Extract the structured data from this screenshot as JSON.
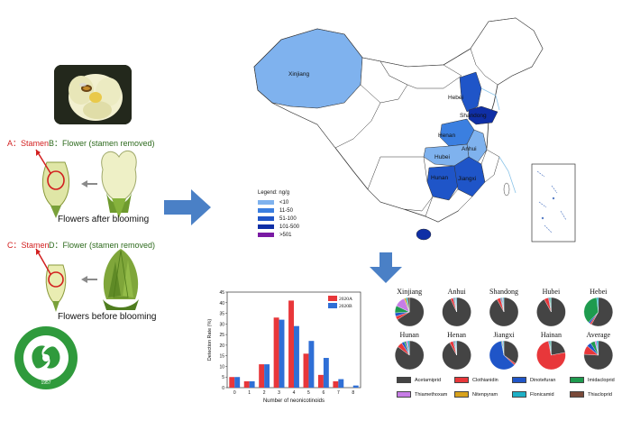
{
  "left_panel": {
    "label_a": "A：Stamen",
    "label_b": "B：Flower (stamen removed)",
    "caption_after": "Flowers after blooming",
    "label_c": "C：Stamen",
    "label_d": "D：Flower (stamen removed)",
    "caption_before": "Flowers before blooming"
  },
  "map": {
    "legend_title": "Legend: ng/g",
    "legend_items": [
      {
        "label": "<10",
        "color": "#7fb2ee"
      },
      {
        "label": "11-50",
        "color": "#3b7fe0"
      },
      {
        "label": "51-100",
        "color": "#1f55c8"
      },
      {
        "label": "101-500",
        "color": "#0f2fa6"
      },
      {
        "label": ">501",
        "color": "#7a1aa3"
      }
    ],
    "provinces": {
      "xinjiang": "Xinjiang",
      "hebei": "Hebei",
      "shandong": "Shandong",
      "henan": "Henan",
      "anhui": "Anhui",
      "hubei": "Hubei",
      "hunan": "Hunan",
      "jiangxi": "Jiangxi"
    }
  },
  "chart_data": [
    {
      "type": "bar",
      "ylabel": "Detection Rate (%)",
      "xlabel": "Number of neonicotinoids",
      "categories": [
        "0",
        "1",
        "2",
        "3",
        "4",
        "5",
        "6",
        "7",
        "8"
      ],
      "series": [
        {
          "name": "2020A",
          "color": "#e8373a",
          "values": [
            5,
            3,
            11,
            33,
            41,
            16,
            6,
            3,
            0
          ]
        },
        {
          "name": "2020B",
          "color": "#2f6fd6",
          "values": [
            5,
            3,
            11,
            32,
            29,
            22,
            14,
            4,
            1
          ]
        }
      ],
      "yticks": [
        "0",
        "5",
        "10",
        "15",
        "20",
        "25",
        "30",
        "35",
        "40",
        "45"
      ],
      "ylim": [
        0,
        45
      ]
    },
    {
      "type": "pie",
      "colors": {
        "acetamiprid": "#444444",
        "clothianidin": "#e8373a",
        "dinotefuran": "#1f55c8",
        "imidacloprid": "#1e9b4e",
        "thiamethoxam": "#c77de6",
        "nitenpyram": "#d8a21c",
        "flonicamid": "#1fb0c6",
        "thiacloprid": "#7a4a3a"
      },
      "compounds": [
        "Acetamiprid",
        "Clothianidin",
        "Dinotefuran",
        "Imidacloprid",
        "Thiamethoxam",
        "Nitenpyram",
        "Flonicamid",
        "Thiacloprid"
      ],
      "pies": [
        {
          "name": "Xinjiang",
          "values": {
            "acetamiprid": 66,
            "clothianidin": 4,
            "dinotefuran": 4,
            "imidacloprid": 8,
            "thiamethoxam": 12,
            "nitenpyram": 2,
            "flonicamid": 2,
            "thiacloprid": 2
          }
        },
        {
          "name": "Anhui",
          "values": {
            "acetamiprid": 93,
            "clothianidin": 3,
            "dinotefuran": 1,
            "imidacloprid": 1,
            "thiamethoxam": 1,
            "nitenpyram": 0,
            "flonicamid": 1,
            "thiacloprid": 0
          }
        },
        {
          "name": "Shandong",
          "values": {
            "acetamiprid": 92,
            "clothianidin": 4,
            "dinotefuran": 1,
            "imidacloprid": 1,
            "thiamethoxam": 1,
            "nitenpyram": 0,
            "flonicamid": 1,
            "thiacloprid": 0
          }
        },
        {
          "name": "Hubei",
          "values": {
            "acetamiprid": 92,
            "clothianidin": 5,
            "dinotefuran": 1,
            "imidacloprid": 1,
            "thiamethoxam": 0,
            "nitenpyram": 0,
            "flonicamid": 1,
            "thiacloprid": 0
          }
        },
        {
          "name": "Hebei",
          "values": {
            "acetamiprid": 58,
            "clothianidin": 2,
            "dinotefuran": 2,
            "imidacloprid": 36,
            "thiamethoxam": 0,
            "nitenpyram": 0,
            "flonicamid": 2,
            "thiacloprid": 0
          }
        },
        {
          "name": "Hunan",
          "values": {
            "acetamiprid": 85,
            "clothianidin": 6,
            "dinotefuran": 3,
            "imidacloprid": 2,
            "thiamethoxam": 2,
            "nitenpyram": 0,
            "flonicamid": 2,
            "thiacloprid": 0
          }
        },
        {
          "name": "Henan",
          "values": {
            "acetamiprid": 92,
            "clothianidin": 4,
            "dinotefuran": 1,
            "imidacloprid": 1,
            "thiamethoxam": 1,
            "nitenpyram": 0,
            "flonicamid": 1,
            "thiacloprid": 0
          }
        },
        {
          "name": "Jiangxi",
          "values": {
            "acetamiprid": 35,
            "clothianidin": 2,
            "dinotefuran": 60,
            "imidacloprid": 1,
            "thiamethoxam": 1,
            "nitenpyram": 0,
            "flonicamid": 1,
            "thiacloprid": 0
          }
        },
        {
          "name": "Hainan",
          "values": {
            "acetamiprid": 22,
            "clothianidin": 75,
            "dinotefuran": 1,
            "imidacloprid": 1,
            "thiamethoxam": 0,
            "nitenpyram": 0,
            "flonicamid": 1,
            "thiacloprid": 0
          }
        },
        {
          "name": "Average",
          "values": {
            "acetamiprid": 76,
            "clothianidin": 10,
            "dinotefuran": 5,
            "imidacloprid": 5,
            "thiamethoxam": 2,
            "nitenpyram": 0,
            "flonicamid": 2,
            "thiacloprid": 0
          }
        }
      ]
    }
  ]
}
